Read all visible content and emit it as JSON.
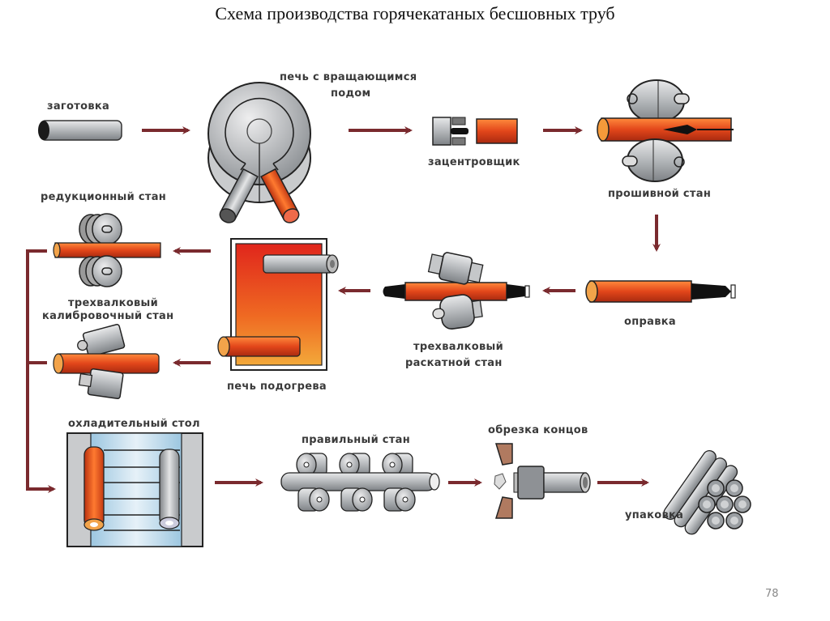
{
  "title": "Схема производства горячекатаных бесшовных труб",
  "page_number": "78",
  "colors": {
    "arrow": "#7a2a2e",
    "hot_metal": "#e2461a",
    "steel": "#a9acb0",
    "cooling_table": "#bcd9ea"
  },
  "stages": [
    {
      "id": "billet",
      "label": "заготовка"
    },
    {
      "id": "rotary-hearth-furnace",
      "label_line1": "печь с вращающимся",
      "label_line2": "подом"
    },
    {
      "id": "centering-machine",
      "label": "зацентровщик"
    },
    {
      "id": "piercing-mill",
      "label": "прошивной стан"
    },
    {
      "id": "mandrel",
      "label": "оправка"
    },
    {
      "id": "three-roll-rolling-mill",
      "label_line1": "трехвалковый",
      "label_line2": "раскатной стан"
    },
    {
      "id": "reheating-furnace",
      "label": "печь подогрева"
    },
    {
      "id": "reducing-mill",
      "label": "редукционный стан"
    },
    {
      "id": "three-roll-sizing-mill",
      "label_line1": "трехвалковый",
      "label_line2": "калибровочный стан"
    },
    {
      "id": "cooling-table",
      "label": "охладительный стол"
    },
    {
      "id": "straightening-mill",
      "label": "правильный стан"
    },
    {
      "id": "end-cutting",
      "label": "обрезка концов"
    },
    {
      "id": "packing",
      "label": "упаковка"
    }
  ]
}
